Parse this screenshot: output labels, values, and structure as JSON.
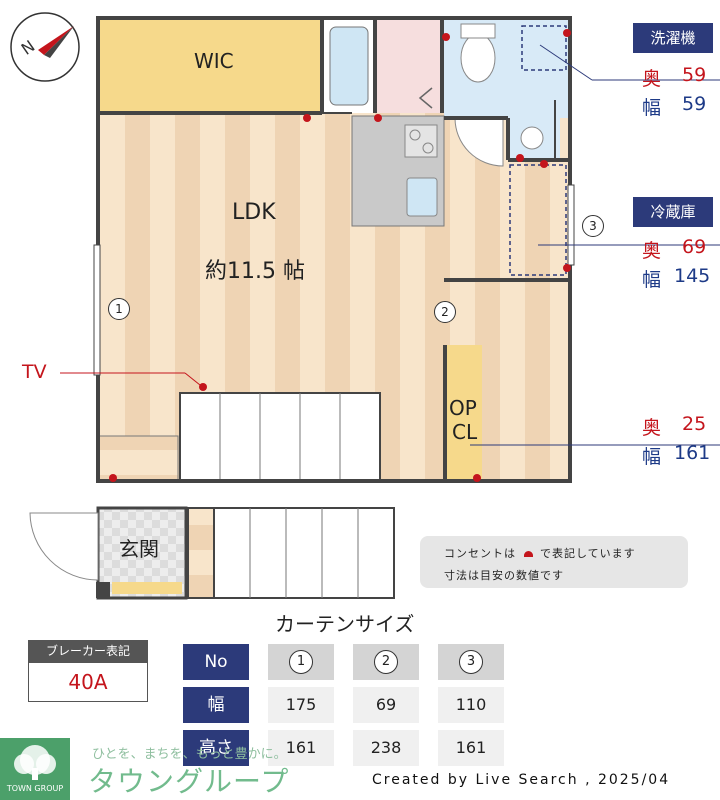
{
  "rooms": {
    "wic": "WIC",
    "ldk": "LDK",
    "ldk_size": "約11.5 帖",
    "opcl_line1": "OP",
    "opcl_line2": "CL",
    "entrance": "玄関",
    "tv": "TV"
  },
  "window_markers": [
    "1",
    "2",
    "3"
  ],
  "washer": {
    "badge": "洗濯機",
    "depth_label": "奥",
    "depth_value": "59",
    "width_label": "幅",
    "width_value": "59"
  },
  "fridge": {
    "badge": "冷蔵庫",
    "depth_label": "奥",
    "depth_value": "69",
    "width_label": "幅",
    "width_value": "145"
  },
  "closet": {
    "depth_label": "奥",
    "depth_value": "25",
    "width_label": "幅",
    "width_value": "161"
  },
  "notes": {
    "line1_prefix": "コンセントは",
    "line1_suffix": "で表記しています",
    "line2": "寸法は目安の数値です"
  },
  "breaker": {
    "label": "ブレーカー表記",
    "value": "40A"
  },
  "curtain": {
    "title": "カーテンサイズ",
    "header_no": "No",
    "columns": [
      "1",
      "2",
      "3"
    ],
    "rows": [
      {
        "label": "幅",
        "values": [
          "175",
          "69",
          "110"
        ]
      },
      {
        "label": "高さ",
        "values": [
          "161",
          "238",
          "161"
        ]
      }
    ]
  },
  "footer": {
    "company_small": "TOWN GROUP",
    "tagline": "ひとを、まちを、もっと豊かに。",
    "company_kana": "タウングループ",
    "credit": "Created by Live Search , 2025/04"
  },
  "colors": {
    "navy": "#2c3a7a",
    "red": "#c4151c",
    "wall": "#444444",
    "floor_light": "#f7e6cc",
    "floor_dark": "#eed3b2",
    "wic": "#f7d98a",
    "bath_blue": "#d7eaf7",
    "green": "#4ca06a"
  },
  "compass_label": "N"
}
